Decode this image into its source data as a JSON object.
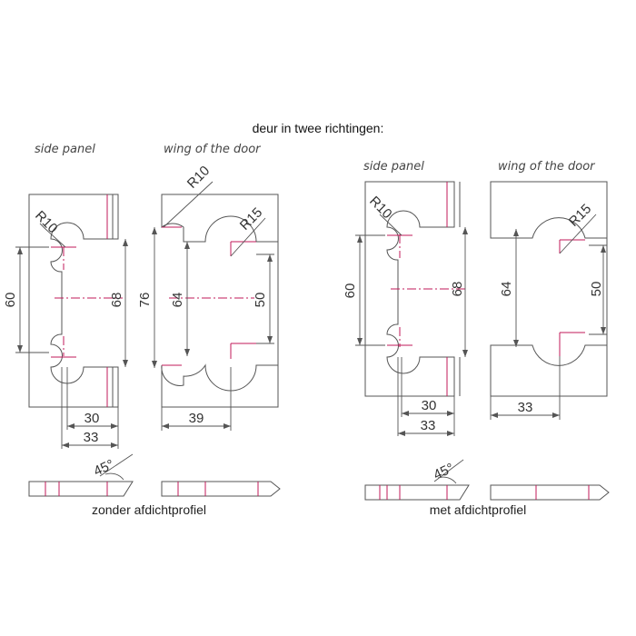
{
  "title": "deur in twee richtingen:",
  "left": {
    "side_panel_label": "side panel",
    "wing_label": "wing of the door",
    "bottom_label": "zonder afdichtprofiel",
    "dims": {
      "r10_a": "R10",
      "r10_b": "R10",
      "r15": "R15",
      "d60": "60",
      "d68": "68",
      "d76": "76",
      "d64": "64",
      "d50": "50",
      "d30": "30",
      "d33": "33",
      "d39": "39",
      "angle": "45°"
    }
  },
  "right": {
    "side_panel_label": "side panel",
    "wing_label": "wing of the door",
    "bottom_label": "met afdichtprofiel",
    "dims": {
      "r10": "R10",
      "r15": "R15",
      "d60": "60",
      "d68": "68",
      "d64": "64",
      "d50": "50",
      "d30": "30",
      "d33_a": "33",
      "d33_b": "33",
      "angle": "45°"
    }
  },
  "colors": {
    "outline": "#555555",
    "centerline": "#c0195a"
  }
}
